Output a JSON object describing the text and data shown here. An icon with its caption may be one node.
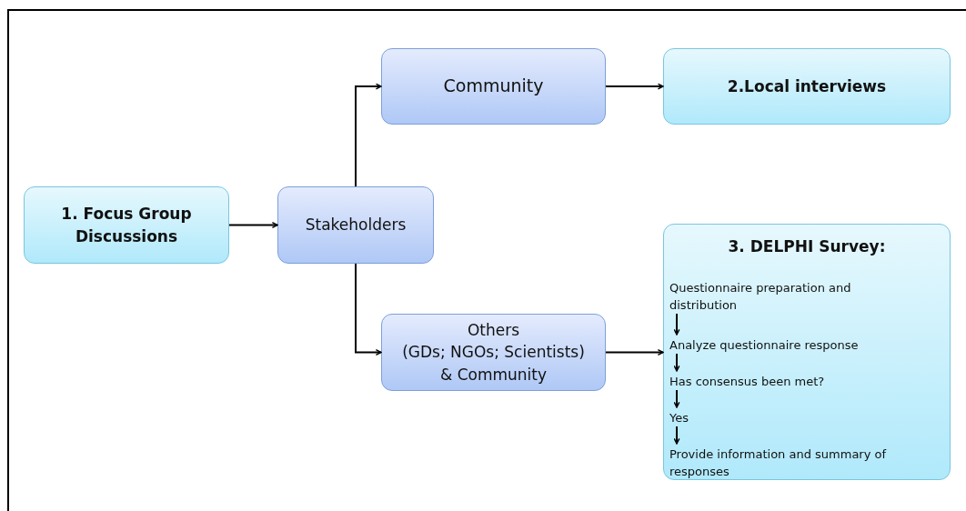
{
  "diagram": {
    "nodes": [
      {
        "text": [
          "1. Focus Group Discussions"
        ]
      },
      {
        "text": [
          "Stakeholders"
        ]
      },
      {
        "text": [
          "Community"
        ]
      },
      {
        "text": [
          "2.Local interviews"
        ]
      },
      {
        "text": [
          "Others",
          "(GDs; NGOs; Scientists) & Community"
        ]
      },
      {
        "text": [
          "3. DELPHI Survey:"
        ]
      },
      {
        "text": [
          "Questionnaire preparation and distribution"
        ],
        "in": 5
      },
      {
        "text": [
          "Analyze questionnaire response"
        ],
        "in": 5
      },
      {
        "text": [
          "Has consensus been met?"
        ],
        "in": 5
      },
      {
        "text": [
          "Yes"
        ],
        "in": 5
      },
      {
        "text": [
          "Provide information and summary of responses"
        ],
        "in": 5
      }
    ],
    "edges": [
      {
        "from": 0,
        "to": 1,
        "arrow": "to"
      },
      {
        "from": 1,
        "to": 2,
        "arrow": "to"
      },
      {
        "from": 1,
        "to": 4,
        "arrow": "to"
      },
      {
        "from": 2,
        "to": 3,
        "arrow": "to"
      },
      {
        "from": 4,
        "to": 5,
        "arrow": "to"
      },
      {
        "from": 6,
        "to": 7,
        "arrow": "to"
      },
      {
        "from": 7,
        "to": 8,
        "arrow": "to"
      },
      {
        "from": 8,
        "to": 9,
        "arrow": "to"
      },
      {
        "from": 9,
        "to": 10,
        "arrow": "to"
      }
    ]
  }
}
